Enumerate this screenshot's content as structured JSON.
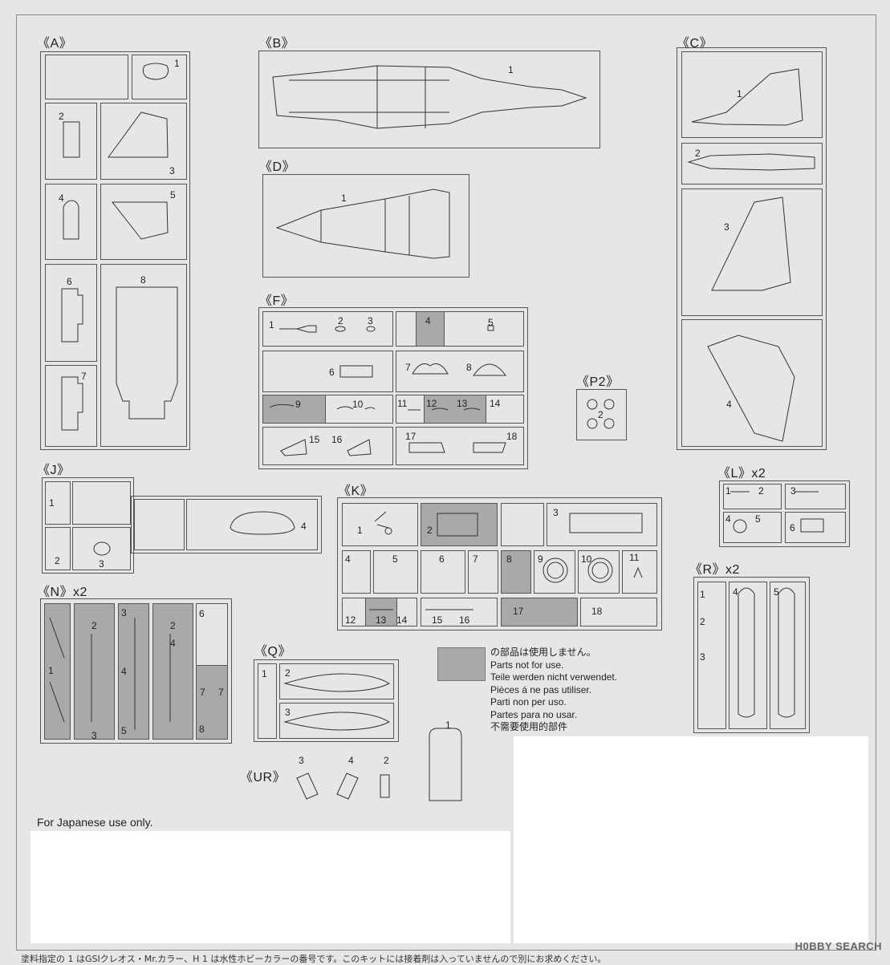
{
  "sections": {
    "A": "《A》",
    "B": "《B》",
    "C": "《C》",
    "D": "《D》",
    "F": "《F》",
    "P2": "《P2》",
    "J": "《J》",
    "K": "《K》",
    "L": "《L》x2",
    "N": "《N》x2",
    "R": "《R》x2",
    "Q": "《Q》",
    "UR": "《UR》"
  },
  "part_numbers": {
    "A": [
      "1",
      "2",
      "3",
      "4",
      "5",
      "6",
      "7",
      "8"
    ],
    "B": [
      "1"
    ],
    "C": [
      "1",
      "2",
      "3",
      "4"
    ],
    "D": [
      "1"
    ],
    "F": [
      "1",
      "2",
      "3",
      "4",
      "5",
      "6",
      "7",
      "8",
      "9",
      "10",
      "11",
      "12",
      "13",
      "14",
      "15",
      "16",
      "17",
      "18"
    ],
    "P2": [
      "2"
    ],
    "J": [
      "1",
      "2",
      "3",
      "4"
    ],
    "K": [
      "1",
      "2",
      "3",
      "4",
      "5",
      "6",
      "7",
      "8",
      "9",
      "10",
      "11",
      "12",
      "13",
      "14",
      "15",
      "16",
      "17",
      "18"
    ],
    "L": [
      "1",
      "2",
      "3",
      "4",
      "5",
      "6"
    ],
    "N": [
      "1",
      "2",
      "2",
      "3",
      "3",
      "4",
      "4",
      "5",
      "6",
      "7",
      "7",
      "8"
    ],
    "R": [
      "1",
      "2",
      "3",
      "4",
      "5"
    ],
    "Q": [
      "1",
      "2",
      "3"
    ],
    "UR": [
      "1",
      "2",
      "3",
      "4"
    ]
  },
  "legend": {
    "swatch_color": "#a9a9a9",
    "lines": [
      "の部品は使用しません。",
      "Parts not for use.",
      "Teile werden nicht verwendet.",
      "Pièces á ne pas utiliser.",
      "Parti non per uso.",
      "Partes para no usar.",
      "不需要使用的部件"
    ]
  },
  "note": "For Japanese use only.",
  "footer_text": "塗料指定の 1 はGSIクレオス・Mr.カラー、H 1 は水性ホビーカラーの番号です。このキットには接着剤は入っていませんので別にお求めください。",
  "watermark": "H0BBY SEARCH"
}
